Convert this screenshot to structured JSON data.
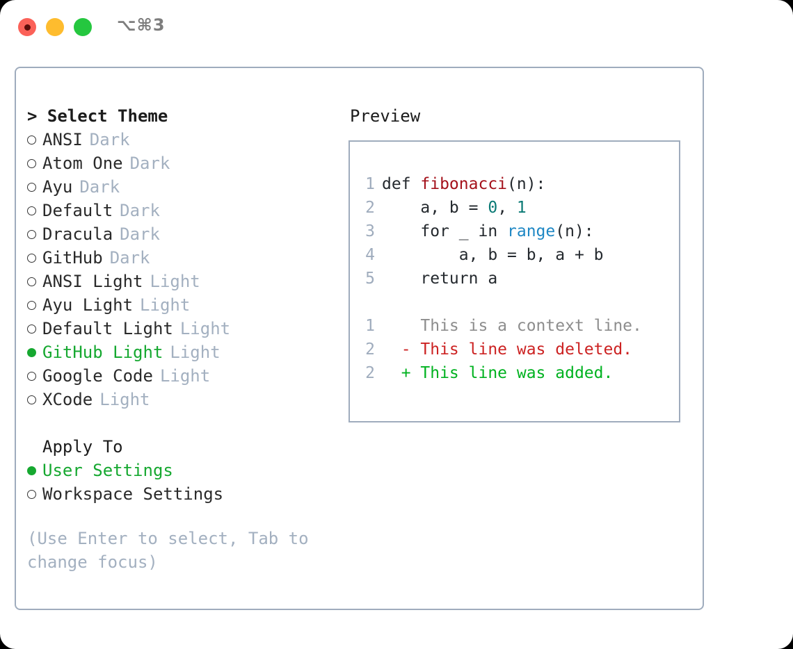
{
  "titlebar": {
    "shortcut": "⌥⌘3",
    "lights": [
      {
        "name": "close",
        "color": "#fb6158"
      },
      {
        "name": "minimize",
        "color": "#febc2e"
      },
      {
        "name": "maximize",
        "color": "#25c73f"
      }
    ]
  },
  "left": {
    "header": "> Select Theme",
    "themes": [
      {
        "label": "ANSI",
        "tag": "Dark",
        "selected": false
      },
      {
        "label": "Atom One",
        "tag": "Dark",
        "selected": false
      },
      {
        "label": "Ayu",
        "tag": "Dark",
        "selected": false
      },
      {
        "label": "Default",
        "tag": "Dark",
        "selected": false
      },
      {
        "label": "Dracula",
        "tag": "Dark",
        "selected": false
      },
      {
        "label": "GitHub",
        "tag": "Dark",
        "selected": false
      },
      {
        "label": "ANSI Light",
        "tag": "Light",
        "selected": false
      },
      {
        "label": "Ayu Light",
        "tag": "Light",
        "selected": false
      },
      {
        "label": "Default Light",
        "tag": "Light",
        "selected": false
      },
      {
        "label": "GitHub Light",
        "tag": "Light",
        "selected": true
      },
      {
        "label": "Google Code",
        "tag": "Light",
        "selected": false
      },
      {
        "label": "XCode",
        "tag": "Light",
        "selected": false
      }
    ],
    "apply_to_header": "Apply To",
    "apply_to": [
      {
        "label": "User Settings",
        "selected": true
      },
      {
        "label": "Workspace Settings",
        "selected": false
      }
    ],
    "hint": "(Use Enter to select, Tab to change focus)"
  },
  "right": {
    "title": "Preview",
    "code": [
      {
        "lineno": "1",
        "parts": [
          {
            "text": "def ",
            "type": "plain"
          },
          {
            "text": "fibonacci",
            "type": "fn"
          },
          {
            "text": "(n):",
            "type": "plain"
          }
        ]
      },
      {
        "lineno": "2",
        "parts": [
          {
            "text": "    a, b = ",
            "type": "plain"
          },
          {
            "text": "0",
            "type": "num"
          },
          {
            "text": ", ",
            "type": "plain"
          },
          {
            "text": "1",
            "type": "num"
          }
        ]
      },
      {
        "lineno": "3",
        "parts": [
          {
            "text": "    for _ in ",
            "type": "plain"
          },
          {
            "text": "range",
            "type": "call"
          },
          {
            "text": "(n):",
            "type": "plain"
          }
        ]
      },
      {
        "lineno": "4",
        "parts": [
          {
            "text": "        a, b = b, a + b",
            "type": "plain"
          }
        ]
      },
      {
        "lineno": "5",
        "parts": [
          {
            "text": "    return a",
            "type": "plain"
          }
        ]
      }
    ],
    "diff": [
      {
        "lineno": "1",
        "marker": "  ",
        "text": "This is a context line.",
        "kind": "ctx"
      },
      {
        "lineno": "2",
        "marker": "- ",
        "text": "This line was deleted.",
        "kind": "del"
      },
      {
        "lineno": "2",
        "marker": "+ ",
        "text": "This line was added.",
        "kind": "add"
      }
    ]
  },
  "colors": {
    "accent_green": "#16a830",
    "muted": "#a3b0c0",
    "border": "#9facbd",
    "diff_delete": "#cc2222",
    "diff_add": "#00b220",
    "fn_name": "#a4111b",
    "number": "#0b7a75",
    "builtin": "#1e87c4"
  }
}
